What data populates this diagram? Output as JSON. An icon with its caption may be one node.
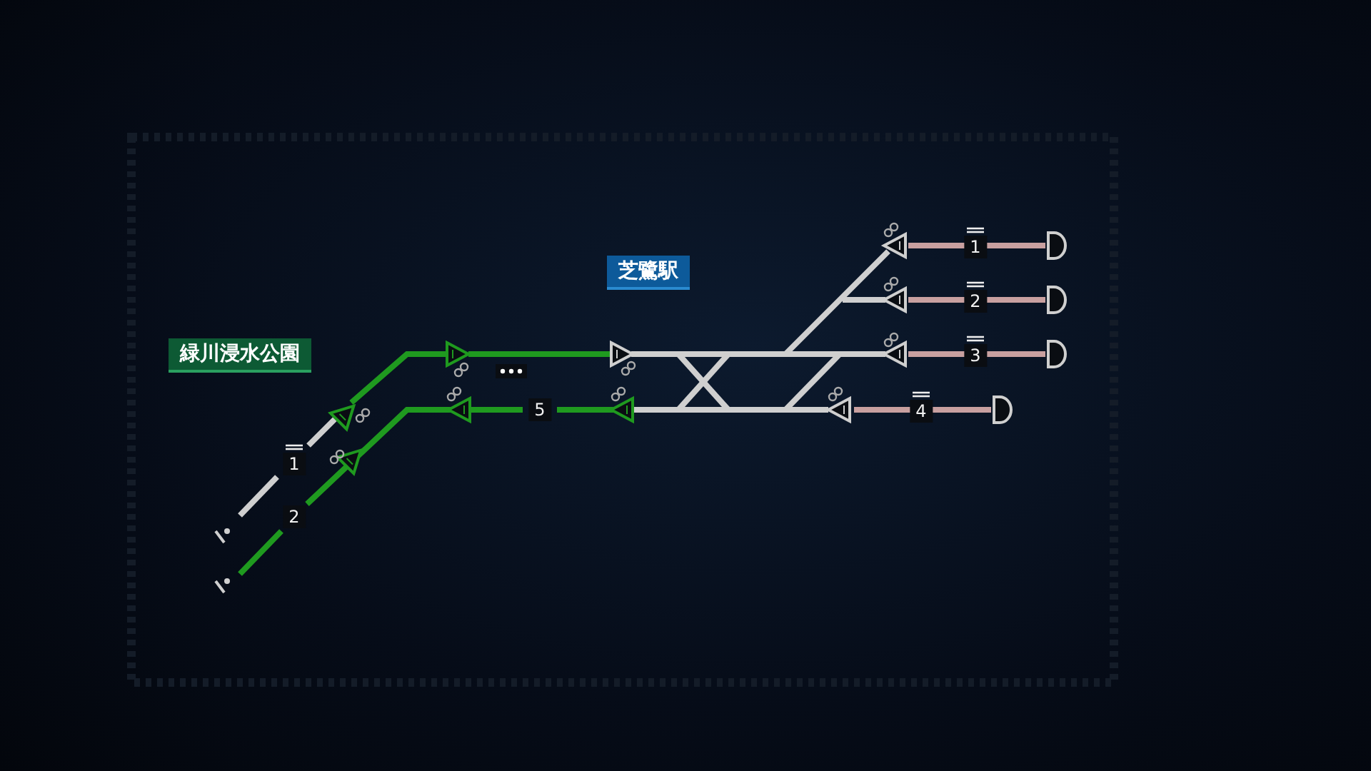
{
  "diagram": {
    "labels": [
      "芝鷺駅",
      "1",
      "2",
      "緑川浸水公園",
      "3",
      "5",
      "4",
      "1",
      "2"
    ]
  }
}
